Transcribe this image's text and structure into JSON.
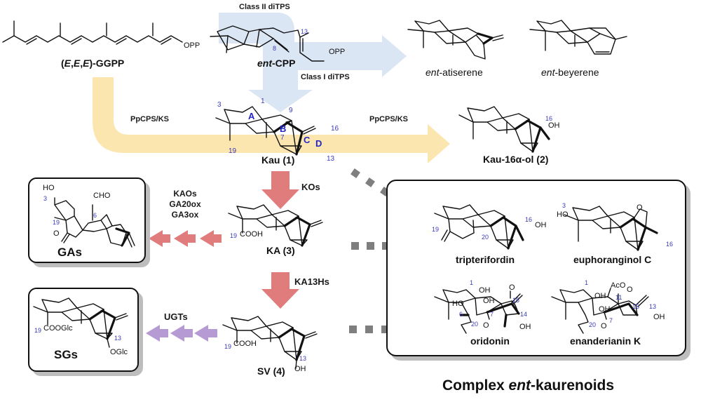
{
  "title": "Biosynthetic pathways from (E,E,E)-GGPP to ent-kaurene-derived diterpenoids",
  "colors": {
    "class_ii_arrow": "#dbe6f4",
    "ppcps_arrow": "#fbe6b0",
    "ko_arrow": "#e07c7c",
    "ugt_arrow": "#b69ad4",
    "dotted_arrow": "#7f7f7f",
    "atom_number": "#3a3ab8",
    "ring_label": "#2323c8"
  },
  "enzymes": {
    "class_ii": "Class II diTPS",
    "class_i": "Class I diTPS",
    "ppcps_left": "PpCPS/KS",
    "ppcps_right": "PpCPS/KS",
    "kos": "KOs",
    "ga_enzymes": [
      "KAOs",
      "GA20ox",
      "GA3ox"
    ],
    "ka13hs": "KA13Hs",
    "ugts": "UGTs"
  },
  "compounds": {
    "ggpp": {
      "prefix": "(",
      "e1": "E",
      "c1": ",",
      "e2": "E",
      "c2": ",",
      "e3": "E",
      "suffix": ")-GGPP",
      "opp": "OPP"
    },
    "cpp": {
      "ent": "ent",
      "name": "-CPP",
      "opp": "OPP",
      "n13": "13",
      "n8": "8"
    },
    "atiserene": {
      "ent": "ent",
      "name": "-atiserene"
    },
    "beyerene": {
      "ent": "ent",
      "name": "-beyerene"
    },
    "kau": {
      "name": "Kau (1)",
      "numbers": {
        "n1": "1",
        "n3": "3",
        "n7": "7",
        "n9": "9",
        "n13": "13",
        "n16": "16",
        "n19": "19"
      },
      "rings": {
        "a": "A",
        "b": "B",
        "c": "C",
        "d": "D"
      }
    },
    "kau16ol": {
      "name": "Kau-16α-ol (2)",
      "oh": "OH",
      "n16": "16"
    },
    "ka": {
      "name": "KA (3)",
      "cooh": "COOH",
      "n19": "19"
    },
    "sv": {
      "name": "SV (4)",
      "cooh": "COOH",
      "oh": "OH",
      "n19": "19",
      "n13": "13"
    },
    "gas": {
      "name": "GAs",
      "ho": "HO",
      "cho": "CHO",
      "o": "O",
      "n3": "3",
      "n19": "19",
      "n6": "6"
    },
    "sgs": {
      "name": "SGs",
      "cooglc": "COOGlc",
      "oglc": "OGlc",
      "n19": "19",
      "n13": "13"
    }
  },
  "complex_box": {
    "title_prefix": "Complex ",
    "title_ent": "ent",
    "title_suffix": "-kaurenoids",
    "items": [
      {
        "name": "tripterifordin",
        "oh": "OH",
        "n16": "16",
        "n19": "19",
        "n20": "20"
      },
      {
        "name": "euphoranginol C",
        "ho": "HO",
        "n3": "3",
        "n16": "16"
      },
      {
        "name": "oridonin",
        "n1": "1",
        "n6": "6",
        "n7": "7",
        "n14": "14",
        "n15": "15",
        "n20": "20"
      },
      {
        "name": "enanderianin K",
        "aco": "AcO",
        "n1": "1",
        "n7": "7",
        "n11": "11",
        "n13": "13",
        "n15": "15",
        "n20": "20"
      }
    ]
  }
}
